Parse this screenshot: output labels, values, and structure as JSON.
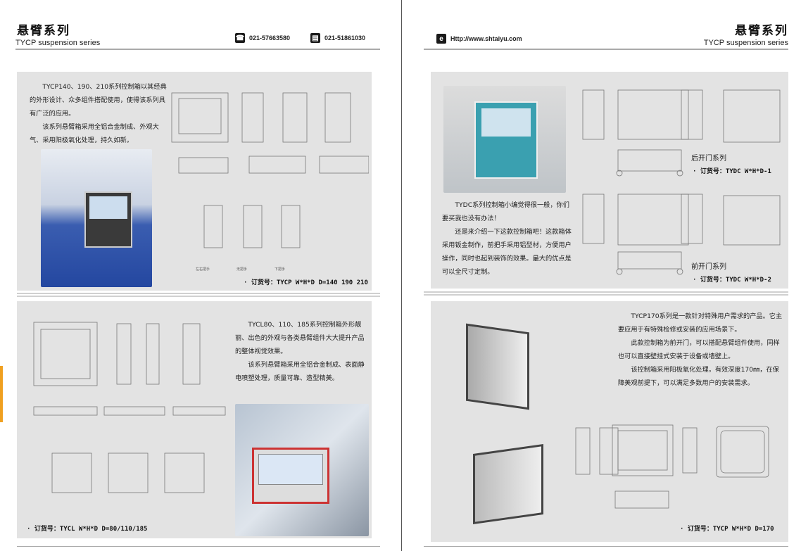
{
  "left_page": {
    "title_cn": "悬臂系列",
    "title_en": "TYCP suspension series",
    "phone": "021-57663580",
    "fax": "021-51861030",
    "section1": {
      "paragraphs": [
        "TYCP140、190、210系列控制箱以其经典的外形设计、众多组件搭配使用，使得该系列具有广泛的应用。",
        "该系列悬臂箱采用全铝合金制成、外观大气、采用阳极氧化处理，持久如新。"
      ],
      "captions": [
        "左右把手",
        "无把手",
        "下把手"
      ],
      "order": "· 订货号：TYCP W*H*D  D=140 190 210"
    },
    "section2": {
      "paragraphs": [
        "TYCL80、110、185系列控制箱外形靓丽、出色的外观与各类悬臂组件大大提升产品的整体视觉效果。",
        "该系列悬臂箱采用全铝合金制成、表面静电喷塑处理，质量可靠、造型精美。"
      ],
      "order": "· 订货号：TYCL W*H*D  D=80/110/185"
    }
  },
  "right_page": {
    "title_cn": "悬臂系列",
    "title_en": "TYCP suspension series",
    "website": "Http://www.shtaiyu.com",
    "section1": {
      "paragraphs": [
        "TYDC系列控制箱小编觉得很一般，你们要买我也没有办法！",
        "还是来介绍一下这款控制箱吧！这款箱体采用钣金制作，前把手采用铝型材，方便用户操作，同时也起到装饰的效果。最大的优点是可以全尺寸定制。"
      ],
      "rear_title": "后开门系列",
      "rear_order": "· 订货号：TYDC W*H*D-1",
      "front_title": "前开门系列",
      "front_order": "· 订货号：TYDC W*H*D-2"
    },
    "section2": {
      "paragraphs": [
        "TYCP170系列是一款针对特殊用户需求的产品。它主要应用于有特殊检修或安装的应用场景下。",
        "此款控制箱为前开门，可以搭配悬臂组件使用，同样也可以直接壁挂式安装于设备或墙壁上。",
        "该控制箱采用阳极氧化处理，有效深度170㎜，在保障美观前提下，可以满足多数用户的安装需求。"
      ],
      "order": "· 订货号：TYCP W*H*D  D=170"
    }
  }
}
